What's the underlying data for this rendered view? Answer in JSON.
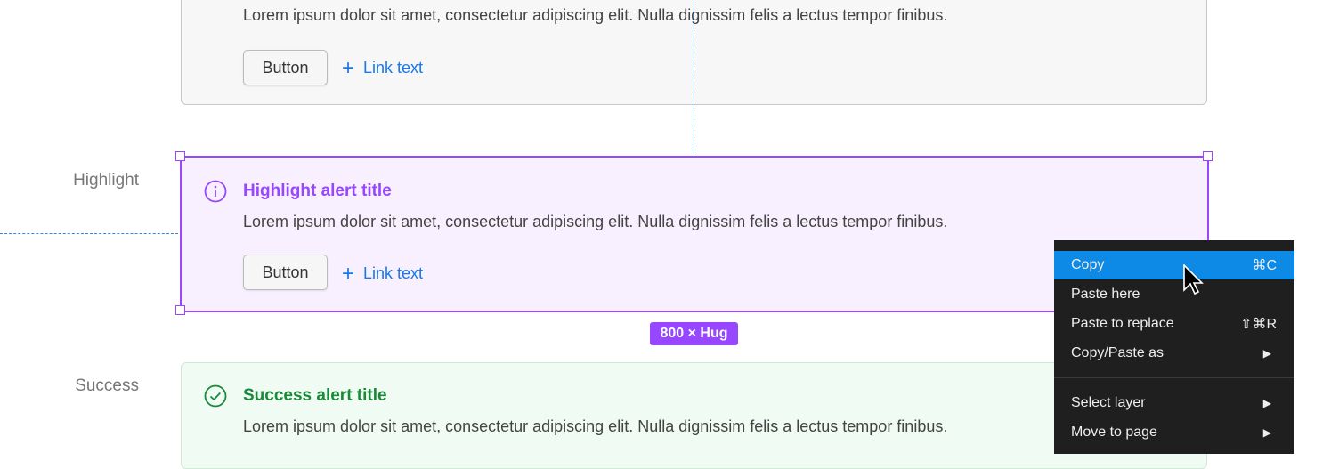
{
  "top_alert": {
    "body": "Lorem ipsum dolor sit amet, consectetur adipiscing elit. Nulla dignissim felis a lectus tempor finibus.",
    "button": "Button",
    "link": "Link text"
  },
  "highlight": {
    "label": "Highlight",
    "title": "Highlight alert title",
    "body": "Lorem ipsum dolor sit amet, consectetur adipiscing elit. Nulla dignissim felis a lectus tempor finibus.",
    "button": "Button",
    "link": "Link text",
    "size_badge": "800 × Hug",
    "icon": "info-icon",
    "color": "#9747ff"
  },
  "success": {
    "label": "Success",
    "title": "Success alert title",
    "body": "Lorem ipsum dolor sit amet, consectetur adipiscing elit. Nulla dignissim felis a lectus tempor finibus.",
    "icon": "check-circle-icon",
    "color": "#1a8a3a"
  },
  "context_menu": {
    "items": [
      {
        "label": "Copy",
        "shortcut": "⌘C"
      },
      {
        "label": "Paste here",
        "shortcut": ""
      },
      {
        "label": "Paste to replace",
        "shortcut": "⇧⌘R"
      },
      {
        "label": "Copy/Paste as",
        "shortcut": "▶"
      },
      {
        "label": "Select layer",
        "shortcut": "▶"
      },
      {
        "label": "Move to page",
        "shortcut": "▶"
      }
    ],
    "active_color": "#0d8ae6"
  }
}
